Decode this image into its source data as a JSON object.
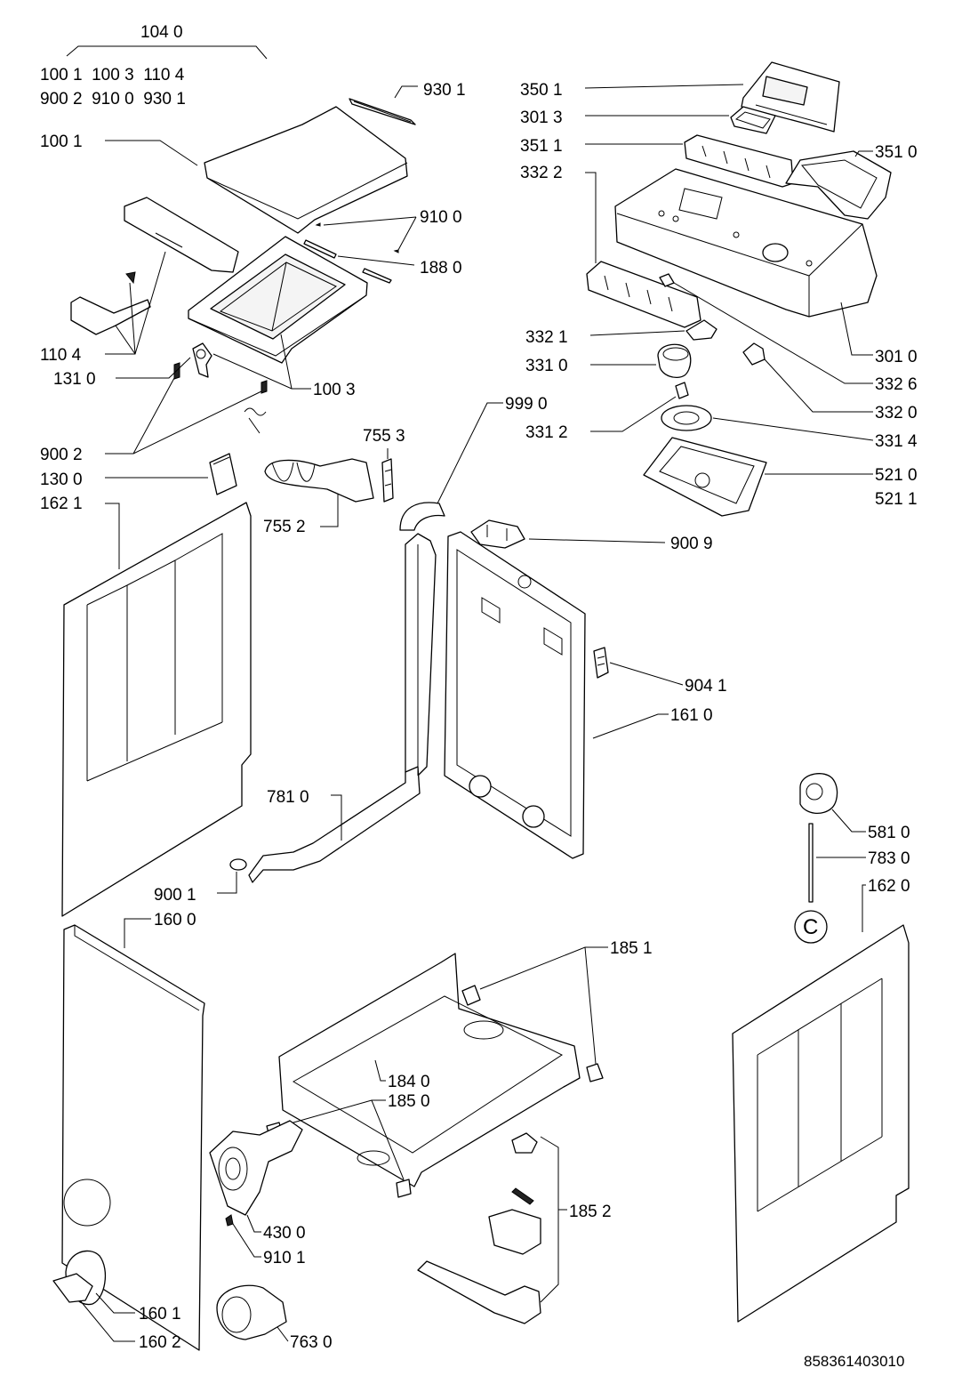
{
  "kit": {
    "label": "104 0",
    "row1": "100 1  100 3  110 4",
    "row2": "900 2  910 0  930 1"
  },
  "labels": {
    "p9301": "930 1",
    "p1001": "100 1",
    "p9100": "910 0",
    "p1880": "188 0",
    "p1104": "110 4",
    "p1310": "131 0",
    "p1003": "100 3",
    "p9002": "900 2",
    "p7553": "755 3",
    "p1300": "130 0",
    "p1621": "162 1",
    "p7552": "755 2",
    "p9990": "999 0",
    "p3501": "350 1",
    "p3013": "301 3",
    "p3511": "351 1",
    "p3510": "351 0",
    "p3322": "332 2",
    "p3010": "301 0",
    "p3321": "332 1",
    "p3310": "331 0",
    "p3326": "332 6",
    "p3320": "332 0",
    "p3312": "331 2",
    "p3314": "331 4",
    "p5210": "521 0",
    "p5211": "521 1",
    "p9009": "900 9",
    "p9041": "904 1",
    "p1610": "161 0",
    "p7810": "781 0",
    "p9001": "900 1",
    "p1600": "160 0",
    "p5810": "581 0",
    "p7830": "783 0",
    "p1620": "162 0",
    "p1851": "185 1",
    "p1840": "184 0",
    "p1850": "185 0",
    "p4300": "430 0",
    "p9101": "910 1",
    "p1852": "185 2",
    "p1601": "160 1",
    "p1602": "160 2",
    "p7630": "763 0",
    "connector": "C"
  },
  "drawing_code": "858361403010"
}
